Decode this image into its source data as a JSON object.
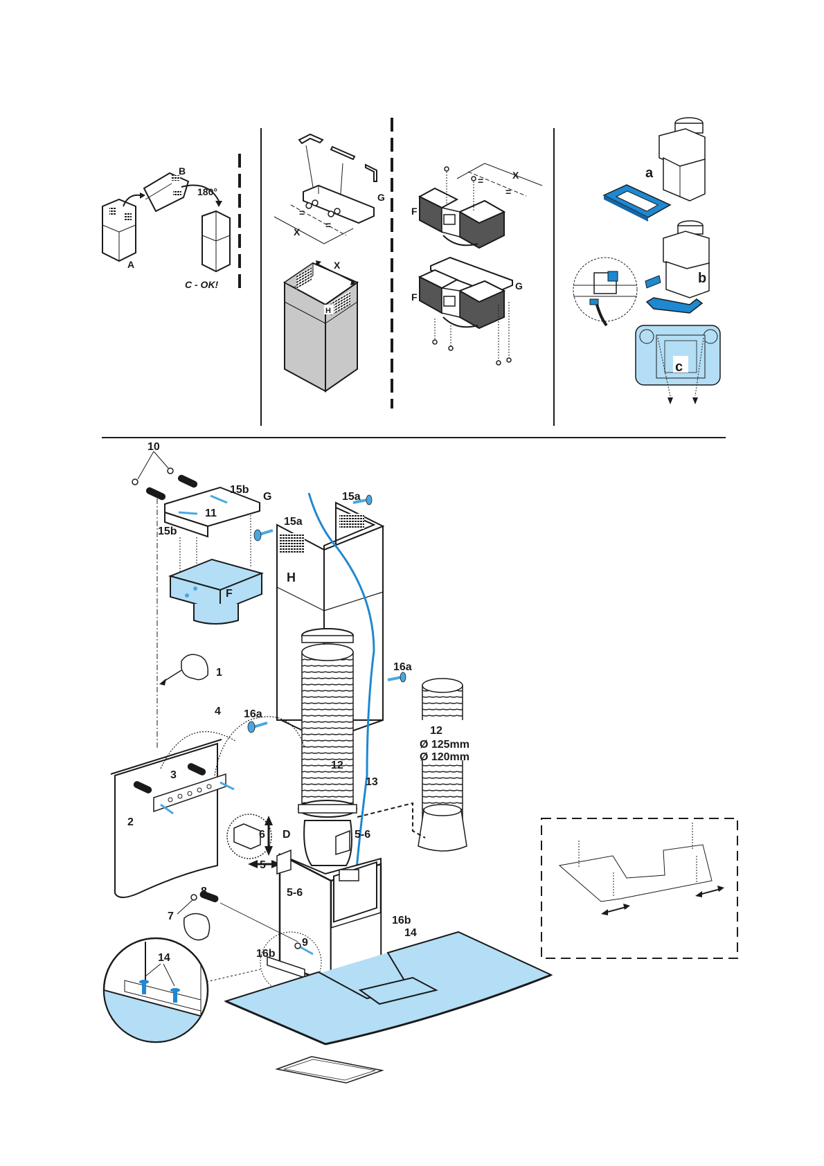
{
  "page": {
    "title": "Cooker hood installation diagram",
    "colors": {
      "ink": "#1a1a1a",
      "panel_gray": "#c8c8c8",
      "filter_dark": "#555555",
      "accent_blue": "#1e88d0",
      "glass_blue": "#b3def5",
      "screw_blue": "#4aa8e0"
    }
  },
  "panel1": {
    "labels": {
      "a": "A",
      "b": "B",
      "c": "C - OK!",
      "rotation": "180°"
    }
  },
  "panel2": {
    "labels": {
      "x_top": "X",
      "eq1": "=",
      "eq2": "=",
      "g": "G",
      "x_box": "X",
      "h": "H"
    }
  },
  "panel3": {
    "labels": {
      "f_top": "F",
      "x": "X",
      "eq1": "=",
      "eq2": "=",
      "f_bottom": "F",
      "g": "G"
    }
  },
  "panel4": {
    "labels": {
      "a": "a",
      "b": "b",
      "c": "c"
    }
  },
  "main": {
    "labels": {
      "n10": "10",
      "n15b_top": "15b",
      "g": "G",
      "n11": "11",
      "n15b_left": "15b",
      "f": "F",
      "n15a_right": "15a",
      "n15a_left": "15a",
      "h": "H",
      "n1": "1",
      "n16a_right": "16a",
      "n4": "4",
      "n16a_left": "16a",
      "n12_center": "12",
      "n12_side": "12",
      "dia125": "Ø 125mm",
      "dia120": "Ø 120mm",
      "n3": "3",
      "n13": "13",
      "n2": "2",
      "n6": "6",
      "d": "D",
      "n5_6_right": "5-6",
      "n5": "5",
      "n5_6_bottom": "5-6",
      "n8": "8",
      "n7": "7",
      "n16b_right": "16b",
      "n14_right": "14",
      "n9": "9",
      "n16b_left": "16b",
      "n14_detail": "14"
    }
  }
}
